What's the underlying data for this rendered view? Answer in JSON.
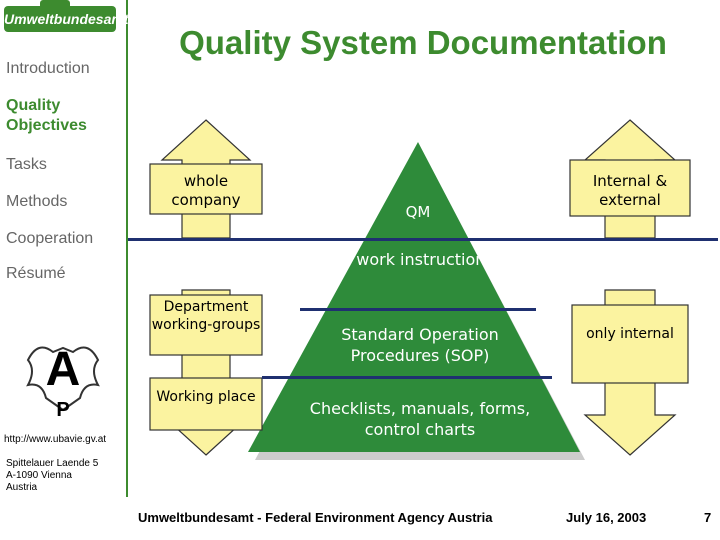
{
  "logo": {
    "text": "Umweltbundesamt"
  },
  "title": "Quality System Documentation",
  "sidebar": {
    "items": [
      {
        "label": "Introduction",
        "active": false
      },
      {
        "label": "Quality Objectives",
        "active": true
      },
      {
        "label": "Tasks",
        "active": false
      },
      {
        "label": "Methods",
        "active": false
      },
      {
        "label": "Cooperation",
        "active": false
      },
      {
        "label": "Résumé",
        "active": false
      }
    ],
    "emblem_letter": "A",
    "emblem_sub": "P",
    "url": "http://www.ubavie.gv.at",
    "address": [
      "Spittelauer Laende 5",
      "A-1090 Vienna",
      "Austria"
    ]
  },
  "diagram": {
    "left_top": "whole company",
    "left_mid": "Department working-groups",
    "left_bottom": "Working place",
    "right_top": "Internal & external",
    "right_bottom": "only internal",
    "pyramid_levels": [
      "QM",
      "work instructions",
      "Standard Operation Procedures (SOP)",
      "Checklists, manuals, forms, control charts"
    ]
  },
  "footer": {
    "org": "Umweltbundesamt - Federal Environment Agency Austria",
    "date": "July 16, 2003",
    "page": "7"
  },
  "colors": {
    "green": "#3d8b2f",
    "pyramid": "#2e8b3a",
    "box": "#fbf3a0",
    "line": "#1f3070"
  }
}
